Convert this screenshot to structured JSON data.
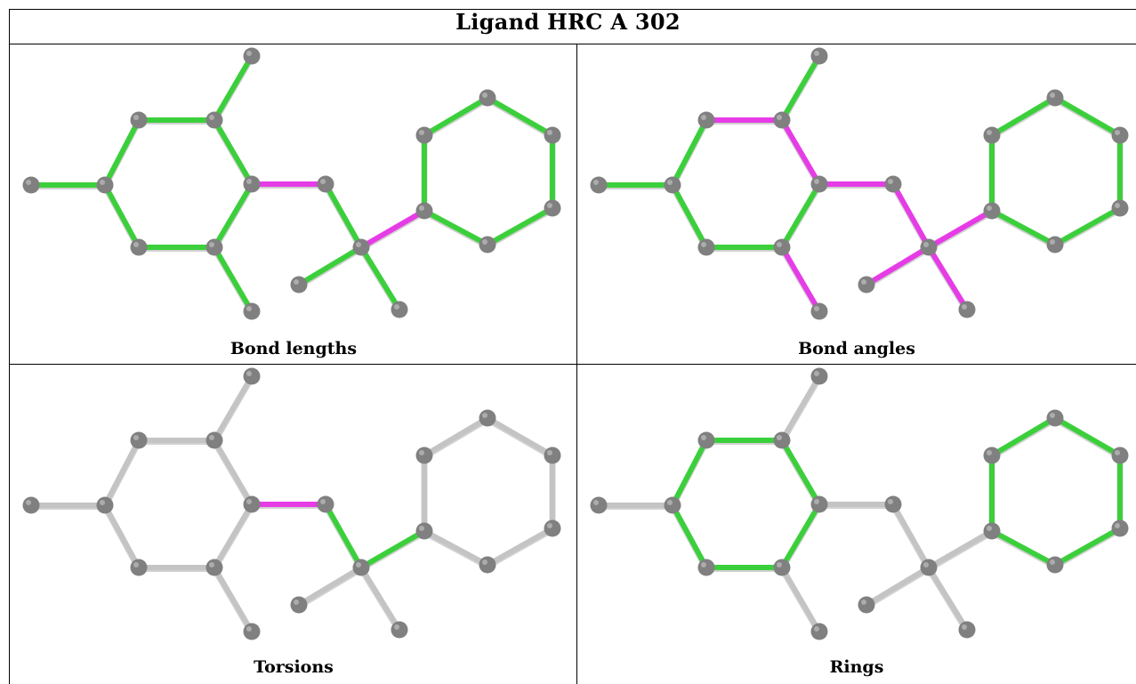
{
  "title": "Ligand HRC A 302",
  "colors": {
    "green": "#3ccf3c",
    "magenta": "#e63ce6",
    "grey": "#c4c4c4",
    "atom": "#808080"
  },
  "panels": [
    {
      "caption": "Bond lengths",
      "magenta_bonds": [
        [
          5,
          6
        ],
        [
          8,
          9
        ]
      ],
      "green_bonds": "others",
      "grey_bonds": []
    },
    {
      "caption": "Bond angles",
      "magenta_bonds": [
        [
          1,
          2
        ],
        [
          2,
          5
        ],
        [
          5,
          6
        ],
        [
          5,
          4
        ],
        [
          4,
          10
        ],
        [
          10,
          11
        ],
        [
          6,
          8
        ],
        [
          8,
          9
        ],
        [
          8,
          17
        ],
        [
          8,
          18
        ]
      ],
      "green_bonds": "others",
      "grey_bonds": []
    },
    {
      "caption": "Torsions",
      "magenta_bonds": [
        [
          5,
          6
        ]
      ],
      "green_bonds": [
        [
          6,
          8
        ],
        [
          8,
          9
        ]
      ],
      "grey_bonds": "others"
    },
    {
      "caption": "Rings",
      "magenta_bonds": [],
      "green_bonds": "rings",
      "grey_bonds": "others"
    }
  ]
}
